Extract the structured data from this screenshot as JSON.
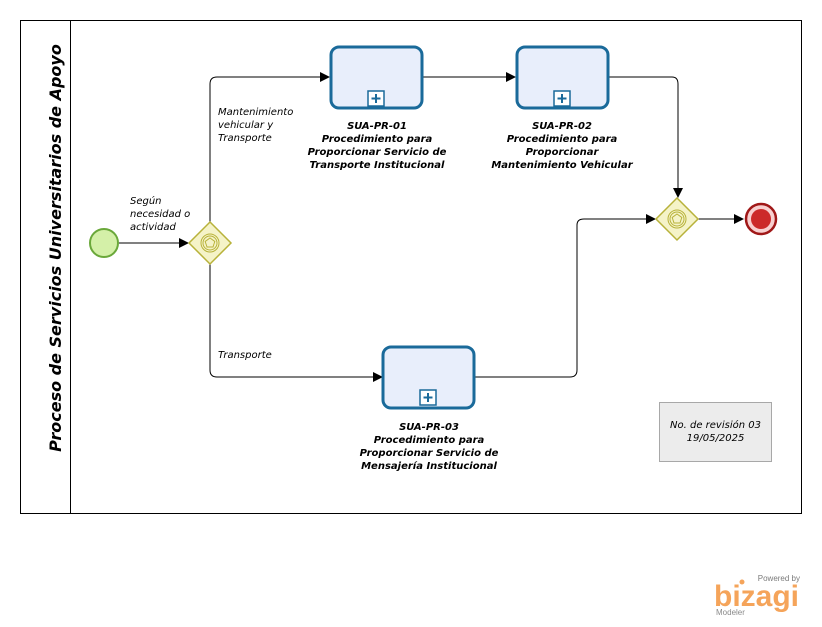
{
  "pool": {
    "title": "Proceso de Servicios Universitarios de Apoyo"
  },
  "flows": {
    "start_to_gateway": "Según necesidad o actividad",
    "gateway_to_pr01": "Mantenimiento vehicular y Transporte",
    "gateway_to_pr03": "Transporte"
  },
  "tasks": [
    {
      "code": "SUA-PR-01",
      "name": "Procedimiento para Proporcionar Servicio de Transporte Institucional"
    },
    {
      "code": "SUA-PR-02",
      "name": "Procedimiento para Proporcionar Mantenimiento Vehicular"
    },
    {
      "code": "SUA-PR-03",
      "name": "Procedimiento para Proporcionar Servicio de Mensajería Institucional"
    }
  ],
  "revision": {
    "number": "No. de revisión 03",
    "date": "19/05/2025"
  },
  "branding": {
    "powered_by": "Powered by",
    "name": "bizagi",
    "product": "Modeler"
  },
  "colors": {
    "task_fill": "#e8eefb",
    "task_stroke": "#1a6a9a",
    "gateway_fill": "#f5f3c8",
    "gateway_stroke": "#b8b23a",
    "start_fill": "#d4f0a8",
    "start_stroke": "#6aa83a",
    "end_fill": "#cc2a2a",
    "end_stroke": "#a01818"
  }
}
